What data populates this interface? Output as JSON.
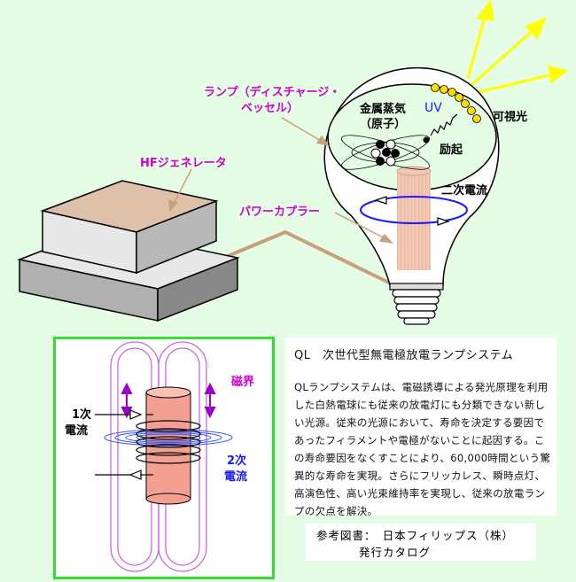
{
  "top_labels": {
    "lamp_line1": "ランプ（ディスチャージ・",
    "lamp_line2": "ベッセル）",
    "metal_vapor_line1": "金属蒸気",
    "metal_vapor_line2": "（原子）",
    "uv": "UV",
    "visible_light": "可視光",
    "excitation": "励起",
    "secondary_current": "二次電流",
    "hf_generator": "HFジェネレータ",
    "power_coupler": "パワーカプラー"
  },
  "left_panel": {
    "magnetic_field": "磁界",
    "primary_current_line1": "1次",
    "primary_current_line2": "電流",
    "secondary_current_line1": "2次",
    "secondary_current_line2": "電流"
  },
  "description": {
    "title": "QL　次世代型無電極放電ランプシステム",
    "body": "QLランプシステムは、電磁誘導による発光原理を利用した白熱電球にも従来の放電灯にも分類できない新しい光源。従来の光源において、寿命を決定する要因であったフィラメントや電極がないことに起因する。この寿命要因をなくすことにより、60,000時間という驚異的な寿命を実現。さらにフリッカレス、瞬時点灯、高演色性、高い光束維持率を実現し、従来の放電ランプの欠点を解決。"
  },
  "reference": {
    "line1": "参考図書：　日本フィリップス（株）",
    "line2": "発行カタログ"
  },
  "colors": {
    "background": "#e4fde4",
    "label_magenta": "#cc00cc",
    "coil_blue": "#1a1aff",
    "panel_border": "#33dd33",
    "ray_yellow": "#ffff00",
    "ferrite": "#f0c8b4"
  }
}
